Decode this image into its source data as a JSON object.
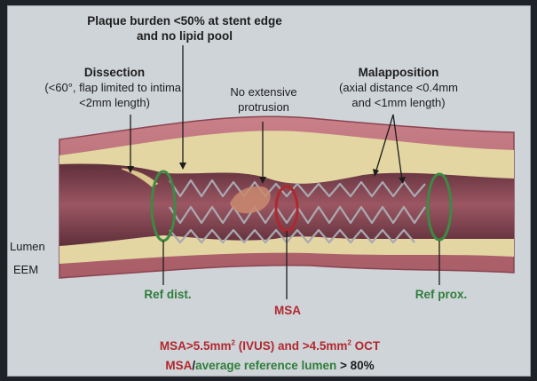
{
  "annotations": {
    "plaque": {
      "line1": "Plaque burden <50% at stent edge",
      "line2": "and no lipid pool"
    },
    "dissection": {
      "title": "Dissection",
      "line1": "(<60°, flap limited to intima,",
      "line2": "<2mm length)"
    },
    "protrusion": {
      "line1": "No extensive",
      "line2": "protrusion"
    },
    "malapposition": {
      "title": "Malapposition",
      "line1": "(axial distance <0.4mm",
      "line2": "and <1mm length)"
    },
    "lumen": "Lumen",
    "eem": "EEM",
    "ref_dist": "Ref dist.",
    "ref_prox": "Ref prox.",
    "msa": "MSA"
  },
  "criteria": {
    "line1_msa": "MSA>5.5mm",
    "line1_sup": "2",
    "line1_mid": " (IVUS) and >4.5mm",
    "line1_sup2": "2",
    "line1_end": " OCT",
    "line2_msa": "MSA",
    "line2_slash": "/",
    "line2_ref": "average reference lumen",
    "line2_end": " > 80%"
  },
  "colors": {
    "background": "#cfd4d9",
    "vessel_wall": "#b9747a",
    "plaque": "#e5d9a6",
    "lumen": "#8e4a56",
    "ref_ring": "#3c8a43",
    "msa_ring": "#b0282e"
  }
}
